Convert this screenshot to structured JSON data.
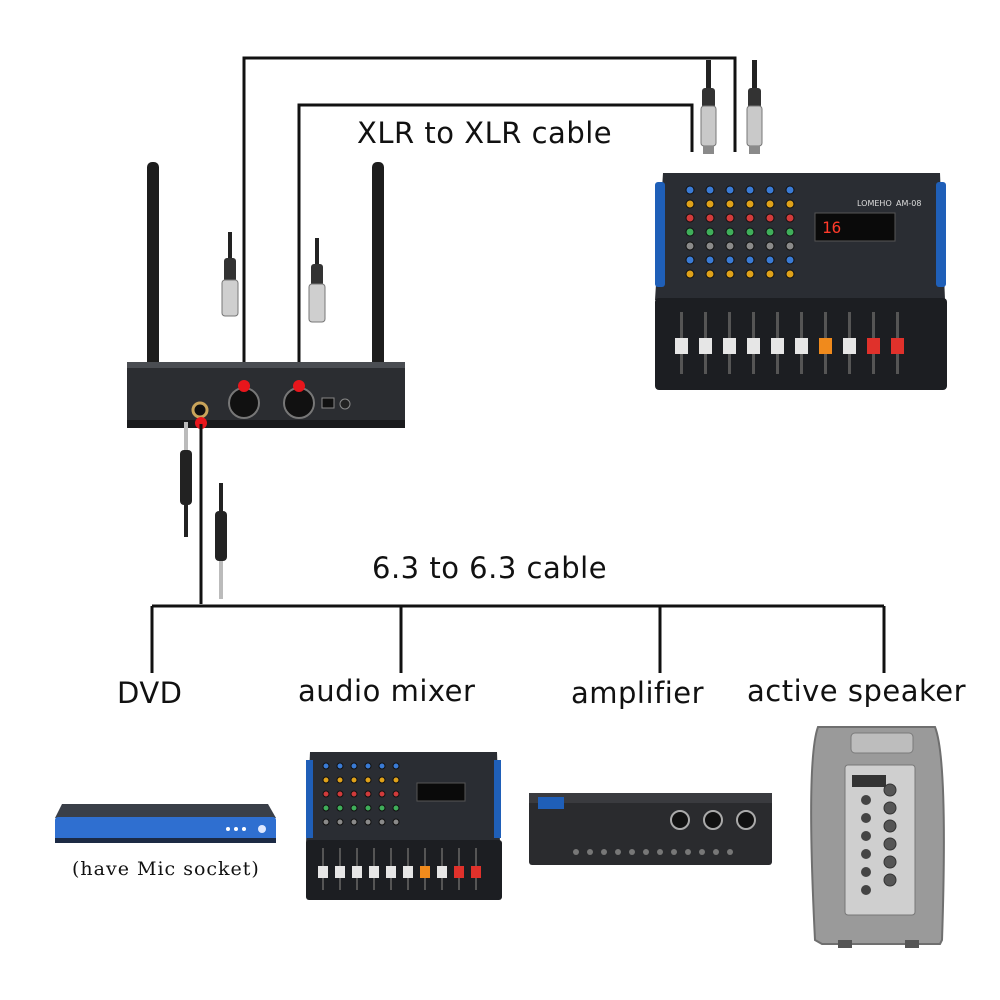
{
  "labels": {
    "xlr_cable": "XLR to XLR cable",
    "jack_cable": "6.3 to 6.3 cable",
    "dvd": "DVD",
    "audio_mixer": "audio mixer",
    "amplifier": "amplifier",
    "active_speaker": "active speaker",
    "dvd_note": "(have Mic socket)"
  },
  "mixer_brand": {
    "brand": "LOMEHO",
    "model": "AM-08"
  },
  "mixer_display": "16",
  "colors": {
    "line": "#111111",
    "connector_dot": "#e8161c",
    "mixer_body": "#2a2d33",
    "mixer_accent": "#1f5fb8",
    "dvd_blue": "#2f6fd0",
    "speaker_gray": "#9a9a9a"
  }
}
